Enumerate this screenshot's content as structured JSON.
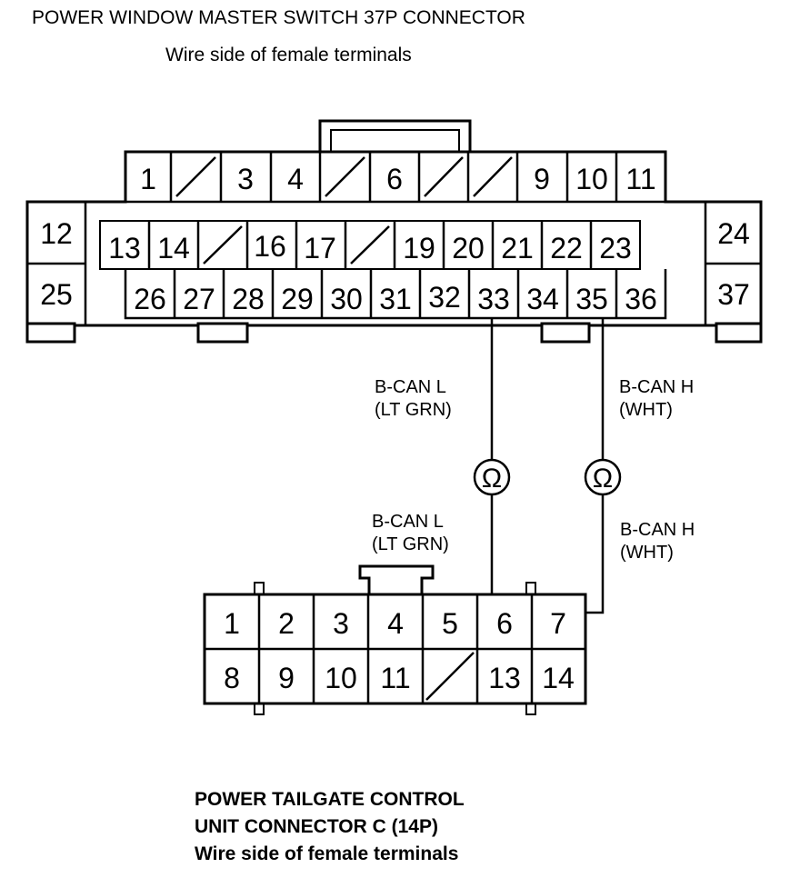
{
  "master_connector": {
    "title": "POWER WINDOW MASTER SWITCH 37P CONNECTOR",
    "subtitle": "Wire side of female terminals",
    "pins": [
      "1",
      "3",
      "4",
      "6",
      "9",
      "10",
      "11",
      "12",
      "13",
      "14",
      "16",
      "17",
      "19",
      "20",
      "21",
      "22",
      "23",
      "24",
      "25",
      "26",
      "27",
      "28",
      "29",
      "30",
      "31",
      "32",
      "33",
      "34",
      "35",
      "36",
      "37"
    ]
  },
  "tailgate_connector": {
    "title_line1": "POWER TAILGATE CONTROL",
    "title_line2": "UNIT CONNECTOR C (14P)",
    "title_line3": "Wire side of female terminals",
    "pins": [
      "1",
      "2",
      "3",
      "4",
      "5",
      "6",
      "7",
      "8",
      "9",
      "10",
      "11",
      "13",
      "14"
    ]
  },
  "wires": {
    "can_l_upper_line1": "B-CAN L",
    "can_l_upper_line2": "(LT GRN)",
    "can_h_upper_line1": "B-CAN H",
    "can_h_upper_line2": "(WHT)",
    "can_l_lower_line1": "B-CAN L",
    "can_l_lower_line2": "(LT GRN)",
    "can_h_lower_line1": "B-CAN H",
    "can_h_lower_line2": "(WHT)"
  },
  "meter_symbol": "Ω"
}
